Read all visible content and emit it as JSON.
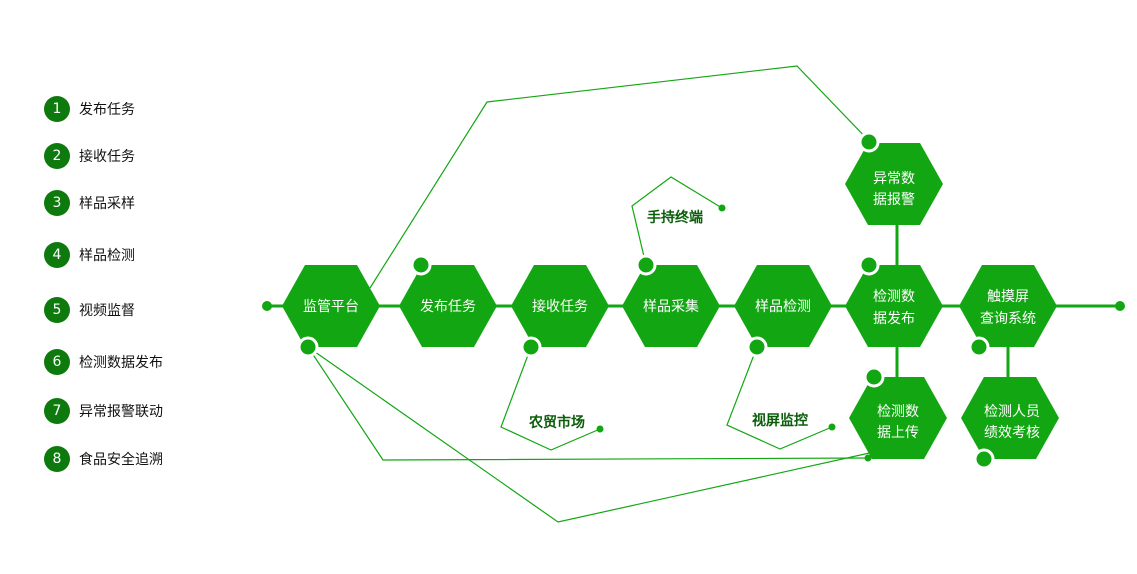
{
  "colors": {
    "hex": "#12a712",
    "line": "#12a712",
    "dot": "#12a712",
    "badge": "#0e7a0e"
  },
  "legend": [
    {
      "num": "1",
      "label": "发布任务"
    },
    {
      "num": "2",
      "label": "接收任务"
    },
    {
      "num": "3",
      "label": "样品采样"
    },
    {
      "num": "4",
      "label": "样品检测"
    },
    {
      "num": "5",
      "label": "视频监督"
    },
    {
      "num": "6",
      "label": "检测数据发布"
    },
    {
      "num": "7",
      "label": "异常报警联动"
    },
    {
      "num": "8",
      "label": "食品安全追溯"
    }
  ],
  "nodes": {
    "platform": [
      "监管平台"
    ],
    "publish": [
      "发布任务"
    ],
    "receive": [
      "接收任务"
    ],
    "collect": [
      "样品采集"
    ],
    "detect": [
      "样品检测"
    ],
    "release": [
      "检测数",
      "据发布"
    ],
    "touch": [
      "触摸屏",
      "查询系统"
    ],
    "alarm": [
      "异常数",
      "据报警"
    ],
    "upload": [
      "检测数",
      "据上传"
    ],
    "kpi": [
      "检测人员",
      "绩效考核"
    ]
  },
  "callouts": {
    "handheld": "手持终端",
    "market": "农贸市场",
    "monitor": "视屏监控"
  }
}
